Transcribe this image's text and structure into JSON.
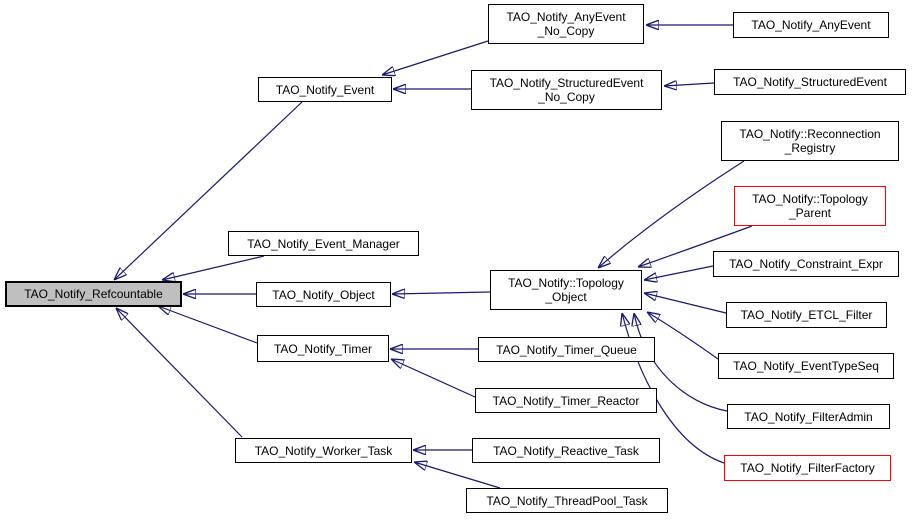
{
  "diagram": {
    "type": "class-inheritance-graph",
    "background_color": "#ffffff",
    "edge_color": "#191970",
    "node_fill": "#ffffff",
    "node_border_color": "#000000",
    "selected_node_fill": "#bfbfbf",
    "alert_border_color": "#ff0000",
    "nodes": [
      {
        "id": "refcountable",
        "label": "TAO_Notify_Refcountable",
        "style": "selected"
      },
      {
        "id": "event",
        "label": "TAO_Notify_Event",
        "style": "default"
      },
      {
        "id": "any_event_no_copy",
        "label": "TAO_Notify_AnyEvent\n_No_Copy",
        "style": "default"
      },
      {
        "id": "any_event",
        "label": "TAO_Notify_AnyEvent",
        "style": "default"
      },
      {
        "id": "structured_event_no_copy",
        "label": "TAO_Notify_StructuredEvent\n_No_Copy",
        "style": "default"
      },
      {
        "id": "structured_event",
        "label": "TAO_Notify_StructuredEvent",
        "style": "default"
      },
      {
        "id": "reconnection_registry",
        "label": "TAO_Notify::Reconnection\n_Registry",
        "style": "default"
      },
      {
        "id": "topology_parent",
        "label": "TAO_Notify::Topology\n_Parent",
        "style": "red"
      },
      {
        "id": "event_manager",
        "label": "TAO_Notify_Event_Manager",
        "style": "default"
      },
      {
        "id": "object",
        "label": "TAO_Notify_Object",
        "style": "default"
      },
      {
        "id": "topology_object",
        "label": "TAO_Notify::Topology\n_Object",
        "style": "default"
      },
      {
        "id": "constraint_expr",
        "label": "TAO_Notify_Constraint_Expr",
        "style": "default"
      },
      {
        "id": "etcl_filter",
        "label": "TAO_Notify_ETCL_Filter",
        "style": "default"
      },
      {
        "id": "event_type_seq",
        "label": "TAO_Notify_EventTypeSeq",
        "style": "default"
      },
      {
        "id": "filter_admin",
        "label": "TAO_Notify_FilterAdmin",
        "style": "default"
      },
      {
        "id": "filter_factory",
        "label": "TAO_Notify_FilterFactory",
        "style": "red"
      },
      {
        "id": "timer",
        "label": "TAO_Notify_Timer",
        "style": "default"
      },
      {
        "id": "timer_queue",
        "label": "TAO_Notify_Timer_Queue",
        "style": "default"
      },
      {
        "id": "timer_reactor",
        "label": "TAO_Notify_Timer_Reactor",
        "style": "default"
      },
      {
        "id": "worker_task",
        "label": "TAO_Notify_Worker_Task",
        "style": "default"
      },
      {
        "id": "reactive_task",
        "label": "TAO_Notify_Reactive_Task",
        "style": "default"
      },
      {
        "id": "threadpool_task",
        "label": "TAO_Notify_ThreadPool_Task",
        "style": "default"
      }
    ],
    "edges": [
      {
        "from": "any_event",
        "to": "any_event_no_copy"
      },
      {
        "from": "structured_event",
        "to": "structured_event_no_copy"
      },
      {
        "from": "any_event_no_copy",
        "to": "event"
      },
      {
        "from": "structured_event_no_copy",
        "to": "event"
      },
      {
        "from": "event",
        "to": "refcountable"
      },
      {
        "from": "event_manager",
        "to": "refcountable"
      },
      {
        "from": "object",
        "to": "refcountable"
      },
      {
        "from": "timer",
        "to": "refcountable"
      },
      {
        "from": "worker_task",
        "to": "refcountable"
      },
      {
        "from": "topology_object",
        "to": "object"
      },
      {
        "from": "reconnection_registry",
        "to": "topology_object"
      },
      {
        "from": "topology_parent",
        "to": "topology_object"
      },
      {
        "from": "constraint_expr",
        "to": "topology_object"
      },
      {
        "from": "etcl_filter",
        "to": "topology_object"
      },
      {
        "from": "event_type_seq",
        "to": "topology_object"
      },
      {
        "from": "filter_admin",
        "to": "topology_object"
      },
      {
        "from": "filter_factory",
        "to": "topology_object"
      },
      {
        "from": "timer_queue",
        "to": "timer"
      },
      {
        "from": "timer_reactor",
        "to": "timer"
      },
      {
        "from": "reactive_task",
        "to": "worker_task"
      },
      {
        "from": "threadpool_task",
        "to": "worker_task"
      }
    ]
  }
}
